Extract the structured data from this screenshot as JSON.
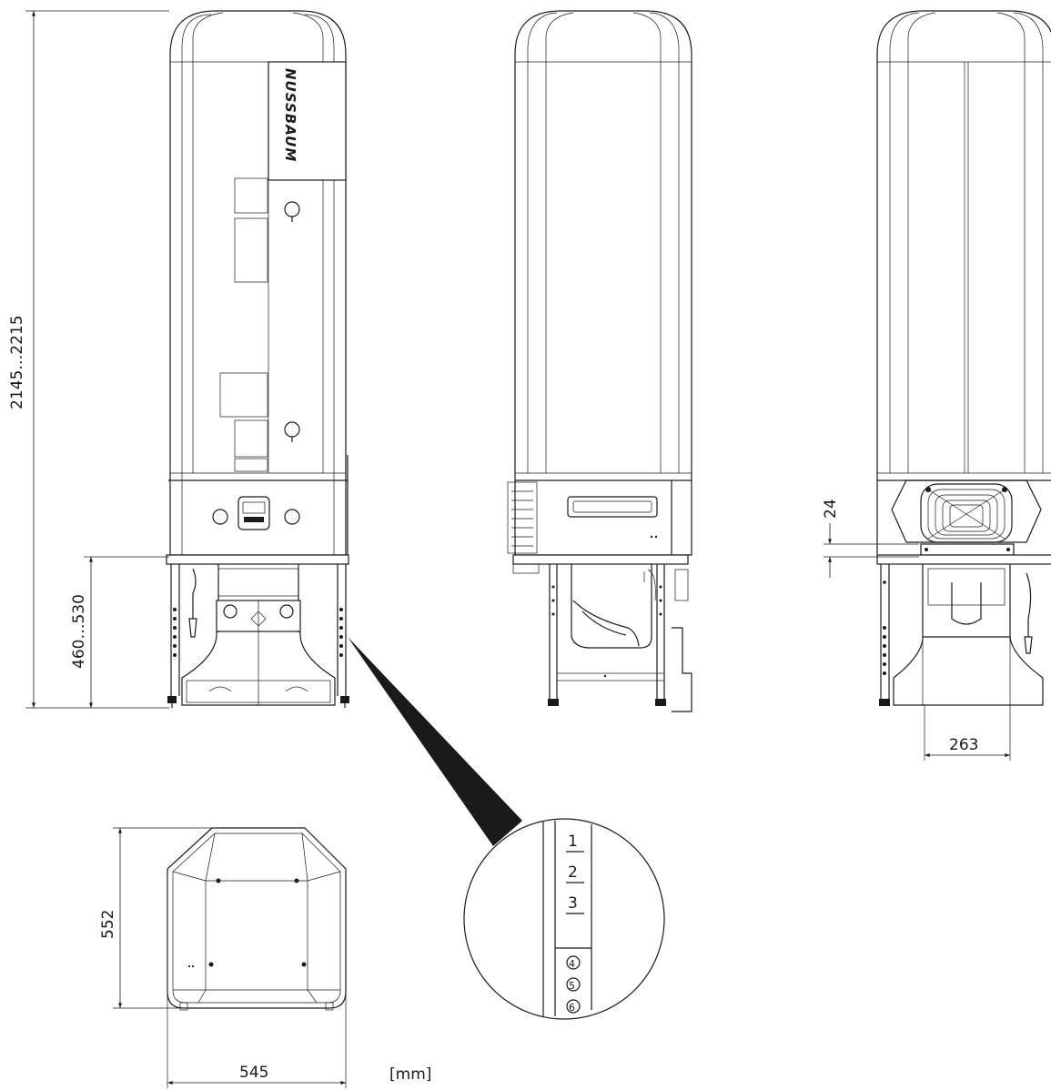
{
  "brand": "NUSSBAUM",
  "dimensions": {
    "total_height": "2145…2215",
    "stand_height": "460…530",
    "gap": "24",
    "spacing": "263",
    "depth": "552",
    "width": "545"
  },
  "unit": "[mm]",
  "detail_scale": [
    "1",
    "2",
    "3",
    "4",
    "5",
    "6"
  ],
  "icons": {
    "front_view": "front-elevation",
    "side_view": "side-elevation",
    "rear_view": "rear-elevation",
    "top_view": "plan-view",
    "detail": "magnified-detail-circle"
  }
}
